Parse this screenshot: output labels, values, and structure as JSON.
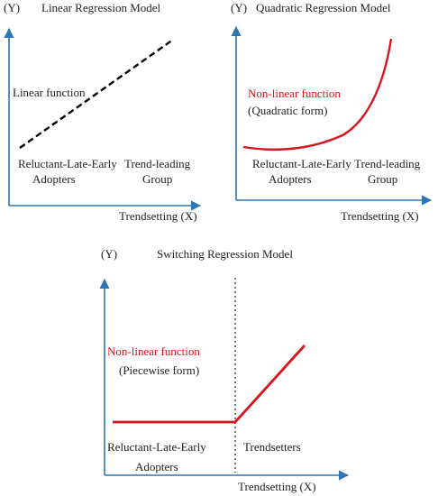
{
  "colors": {
    "axis": "#2e75b6",
    "linear_line": "#000000",
    "nonlinear_line": "#d9141c",
    "divider": "#555555",
    "text": "#222222"
  },
  "panels": {
    "linear": {
      "y_label": "(Y)",
      "title": "Linear Regression Model",
      "function_label": "Linear function",
      "group_left_line1": "Reluctant-Late-Early",
      "group_left_line2": "Adopters",
      "group_right_line1": "Trend-leading",
      "group_right_line2": "Group",
      "x_label": "Trendsetting (X)"
    },
    "quadratic": {
      "y_label": "(Y)",
      "title": "Quadratic Regression Model",
      "function_label": "Non-linear function",
      "form_label": "(Quadratic form)",
      "group_left_line1": "Reluctant-Late-Early",
      "group_left_line2": "Adopters",
      "group_right_line1": "Trend-leading",
      "group_right_line2": "Group",
      "x_label": "Trendsetting (X)"
    },
    "switching": {
      "y_label": "(Y)",
      "title": "Switching Regression Model",
      "function_label": "Non-linear function",
      "form_label": "(Piecewise form)",
      "group_left_line1": "Reluctant-Late-Early",
      "group_left_line2": "Adopters",
      "group_right": "Trendsetters",
      "x_label": "Trendsetting (X)"
    }
  }
}
